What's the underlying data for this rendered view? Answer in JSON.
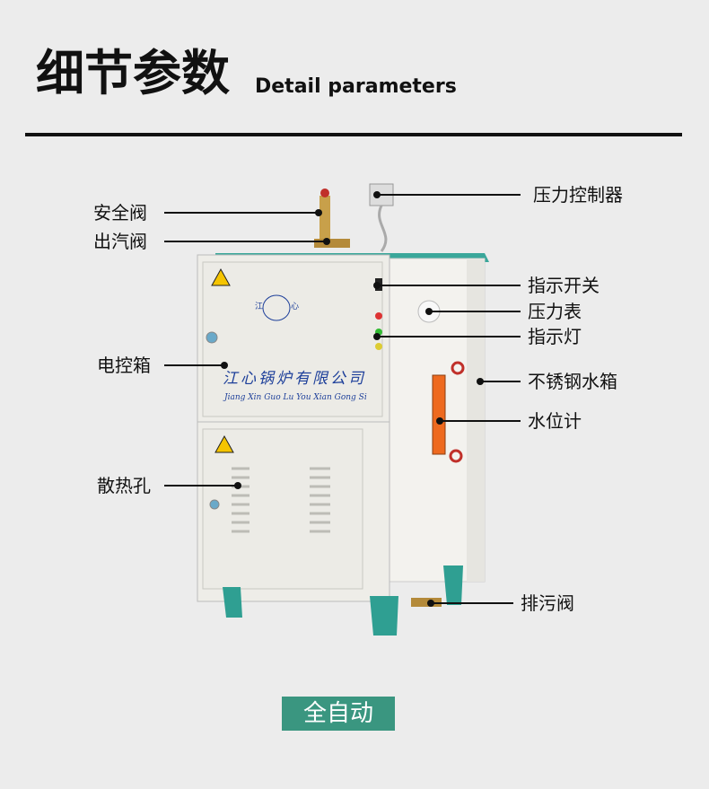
{
  "header": {
    "title_cn": "细节参数",
    "title_en": "Detail parameters"
  },
  "product": {
    "brand_cn": "江心锅炉有限公司",
    "brand_en": "Jiang Xin Guo Lu You Xian Gong Si",
    "logo_left": "江",
    "logo_right": "心"
  },
  "labels_left": [
    "安全阀",
    "出汽阀",
    "电控箱",
    "散热孔"
  ],
  "labels_right": [
    "压力控制器",
    "指示开关",
    "压力表",
    "指示灯",
    "不锈钢水箱",
    "水位计",
    "排污阀"
  ],
  "button": {
    "label": "全自动"
  },
  "colors": {
    "accent": "#3a9680",
    "body": "#eeede8",
    "trim": "#3aa79a",
    "brand": "#1d3f9a"
  }
}
